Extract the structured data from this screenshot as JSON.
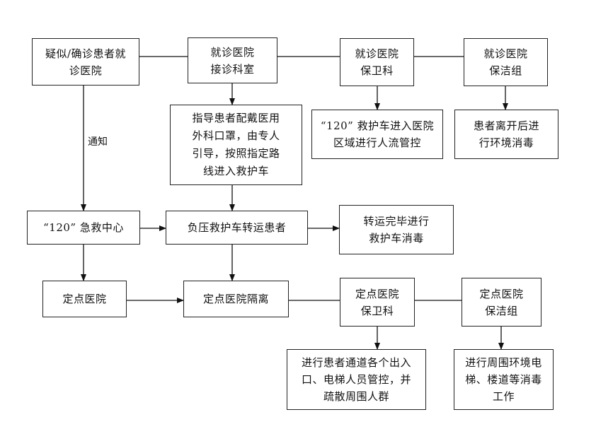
{
  "nodes": {
    "suspect": "疑似/确诊患者就\n诊医院",
    "dept": "就诊医院\n接诊科室",
    "security1": "就诊医院\n保卫科",
    "cleaning1": "就诊医院\n保洁组",
    "guide": "指导患者配戴医用\n外科口罩，由专人\n引导，按照指定路\n线进入救护车",
    "crowd": "“120” 救护车进入医院\n区域进行人流管控",
    "disinfect1": "患者离开后进\n行环境消毒",
    "center": "“120” 急救中心",
    "transport": "负压救护车转运患者",
    "disinfect_car": "转运完毕进行\n救护车消毒",
    "designated": "定点医院",
    "isolation": "定点医院隔离",
    "security2": "定点医院\n保卫科",
    "cleaning2": "定点医院\n保洁组",
    "control2": "进行患者通道各个出入\n口、电梯人员管控，并\n疏散周围人群",
    "disinfect2": "进行周围环境电\n梯、楼道等消毒\n工作"
  },
  "edge_labels": {
    "notify": "通知"
  }
}
